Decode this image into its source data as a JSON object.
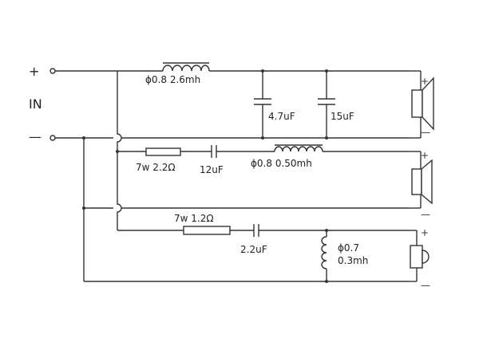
{
  "input": {
    "plus": "+",
    "minus": "—",
    "label": "IN"
  },
  "woofer": {
    "inductor": "ϕ0.8  2.6mh",
    "cap1": "4.7uF",
    "cap2": "15uF",
    "plus": "+",
    "minus": "—"
  },
  "midrange": {
    "resistor": "7w 2.2Ω",
    "capacitor": "12uF",
    "inductor": "ϕ0.8  0.50mh",
    "plus": "+",
    "minus": "—"
  },
  "tweeter": {
    "resistor": "7w  1.2Ω",
    "capacitor": "2.2uF",
    "inductor_line1": "ϕ0.7",
    "inductor_line2": "0.3mh",
    "plus": "+",
    "minus": "—"
  }
}
